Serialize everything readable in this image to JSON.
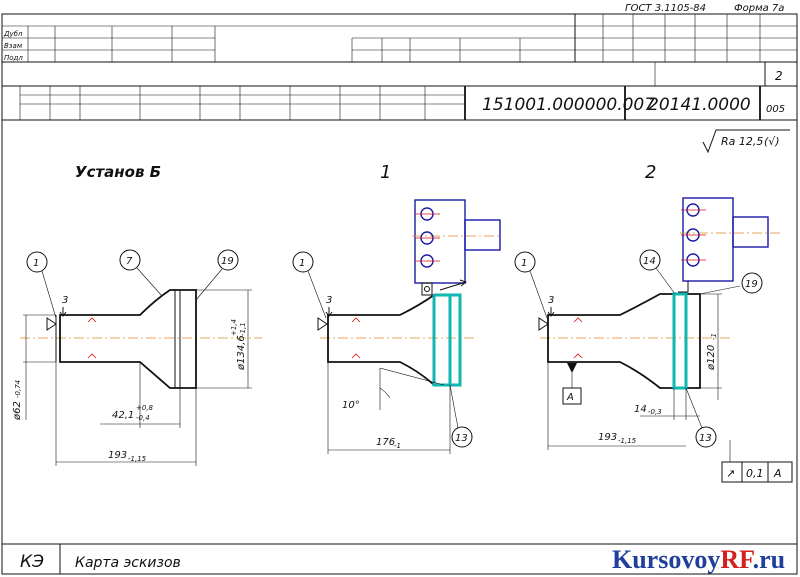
{
  "header": {
    "gost": "ГОСТ 3.1105-84",
    "forma": "Форма 7а",
    "side_labels": [
      "Дубл",
      "Взам",
      "Подл"
    ],
    "sheet": "2",
    "doc_number": "151001.000000.007",
    "code": "20141.0000",
    "operation": "005"
  },
  "roughness": "Ra 12,5",
  "roughness_sym": "(√)",
  "setup_label": "Установ Б",
  "transitions": [
    "1",
    "2"
  ],
  "views": {
    "setup": {
      "callouts": [
        "1",
        "7",
        "19"
      ],
      "dims": {
        "d62": "ø62",
        "d62_tol": "-0,74",
        "d134": "ø134,6",
        "d134_tol_up": "+1,4",
        "d134_tol_lo": "-1,1",
        "l42": "42,1",
        "l42_tol_up": "+0,8",
        "l42_tol_lo": "-0,4",
        "l193": "193",
        "l193_tol": "-1,15"
      },
      "datum": "3"
    },
    "t1": {
      "callouts": [
        "1",
        "13"
      ],
      "angle": "10°",
      "l176": "176",
      "l176_tol": "-1",
      "datum": "3"
    },
    "t2": {
      "callouts": [
        "1",
        "14",
        "19",
        "13"
      ],
      "d120": "ø120",
      "d120_tol": "-1",
      "l14": "14",
      "l14_tol": "-0,3",
      "l193": "193",
      "l193_tol": "-1,15",
      "base": "А",
      "datum": "3",
      "tolerance": {
        "symbol": "↗",
        "value": "0,1",
        "base": "А"
      }
    }
  },
  "footer": {
    "code": "КЭ",
    "title": "Карта эскизов"
  },
  "watermark": {
    "part1": "Kursovoy",
    "part2": "RF",
    "part3": ".ru"
  },
  "colors": {
    "tool": "#1a1aa8",
    "cut": "#10b6b0",
    "axis": "#e0892a",
    "marks": "#d01010",
    "watermark_blue": "#1f3f9a",
    "watermark_red": "#d32020"
  }
}
